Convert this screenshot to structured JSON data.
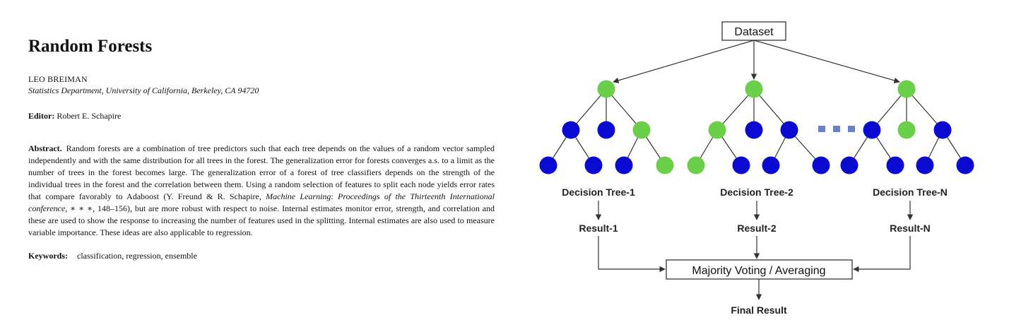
{
  "paper": {
    "title": "Random Forests",
    "author": "LEO BREIMAN",
    "affiliation": "Statistics Department, University of California, Berkeley, CA 94720",
    "editor_label": "Editor:",
    "editor_name": "Robert E. Schapire",
    "abstract_label": "Abstract.",
    "abstract_text_1": "Random forests are a combination of tree predictors such that each tree depends on the values of a random vector sampled independently and with the same distribution for all trees in the forest. The generalization error for forests converges a.s. to a limit as the number of trees in the forest becomes large. The generalization error of a forest of tree classifiers depends on the strength of the individual trees in the forest and the correlation between them. Using a random selection of features to split each node yields error rates that compare favorably to Adaboost (Y. Freund & R. Schapire, ",
    "abstract_italic": "Machine Learning",
    "abstract_text_2": ": ",
    "abstract_italic_2": "Proceedings of the Thirteenth International conference",
    "abstract_text_3": ", ∗ ∗ ∗, 148–156), but are more robust with respect to noise. Internal estimates monitor error, strength, and correlation and these are used to show the response to increasing the number of features used in the splitting. Internal estimates are also used to measure variable importance. These ideas are also applicable to regression.",
    "keywords_label": "Keywords:",
    "keywords_text": "classification, regression, ensemble"
  },
  "diagram": {
    "dataset_label": "Dataset",
    "trees": [
      {
        "name": "Decision Tree-1",
        "result": "Result-1"
      },
      {
        "name": "Decision Tree-2",
        "result": "Result-2"
      },
      {
        "name": "Decision Tree-N",
        "result": "Result-N"
      }
    ],
    "voting_label": "Majority Voting / Averaging",
    "final_label": "Final Result",
    "colors": {
      "green_node": "#6ad04a",
      "blue_node": "#0a0ad0",
      "ellipsis": "#6b7fc4",
      "line": "#333333"
    }
  }
}
